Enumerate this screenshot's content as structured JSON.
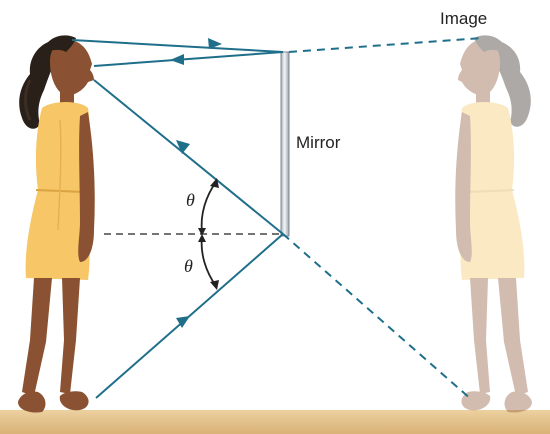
{
  "diagram": {
    "labels": {
      "image": "Image",
      "mirror": "Mirror",
      "theta_upper": "θ",
      "theta_lower": "θ"
    },
    "colors": {
      "ray": "#1f6f8b",
      "skin": "#8a5232",
      "hair": "#2a201a",
      "dress": "#f6c667",
      "floor": "#e3bf83",
      "mirror": "#c9ced6"
    },
    "icons": [
      "person-figure",
      "person-reflection-figure",
      "mirror-pane",
      "arrowhead"
    ]
  }
}
